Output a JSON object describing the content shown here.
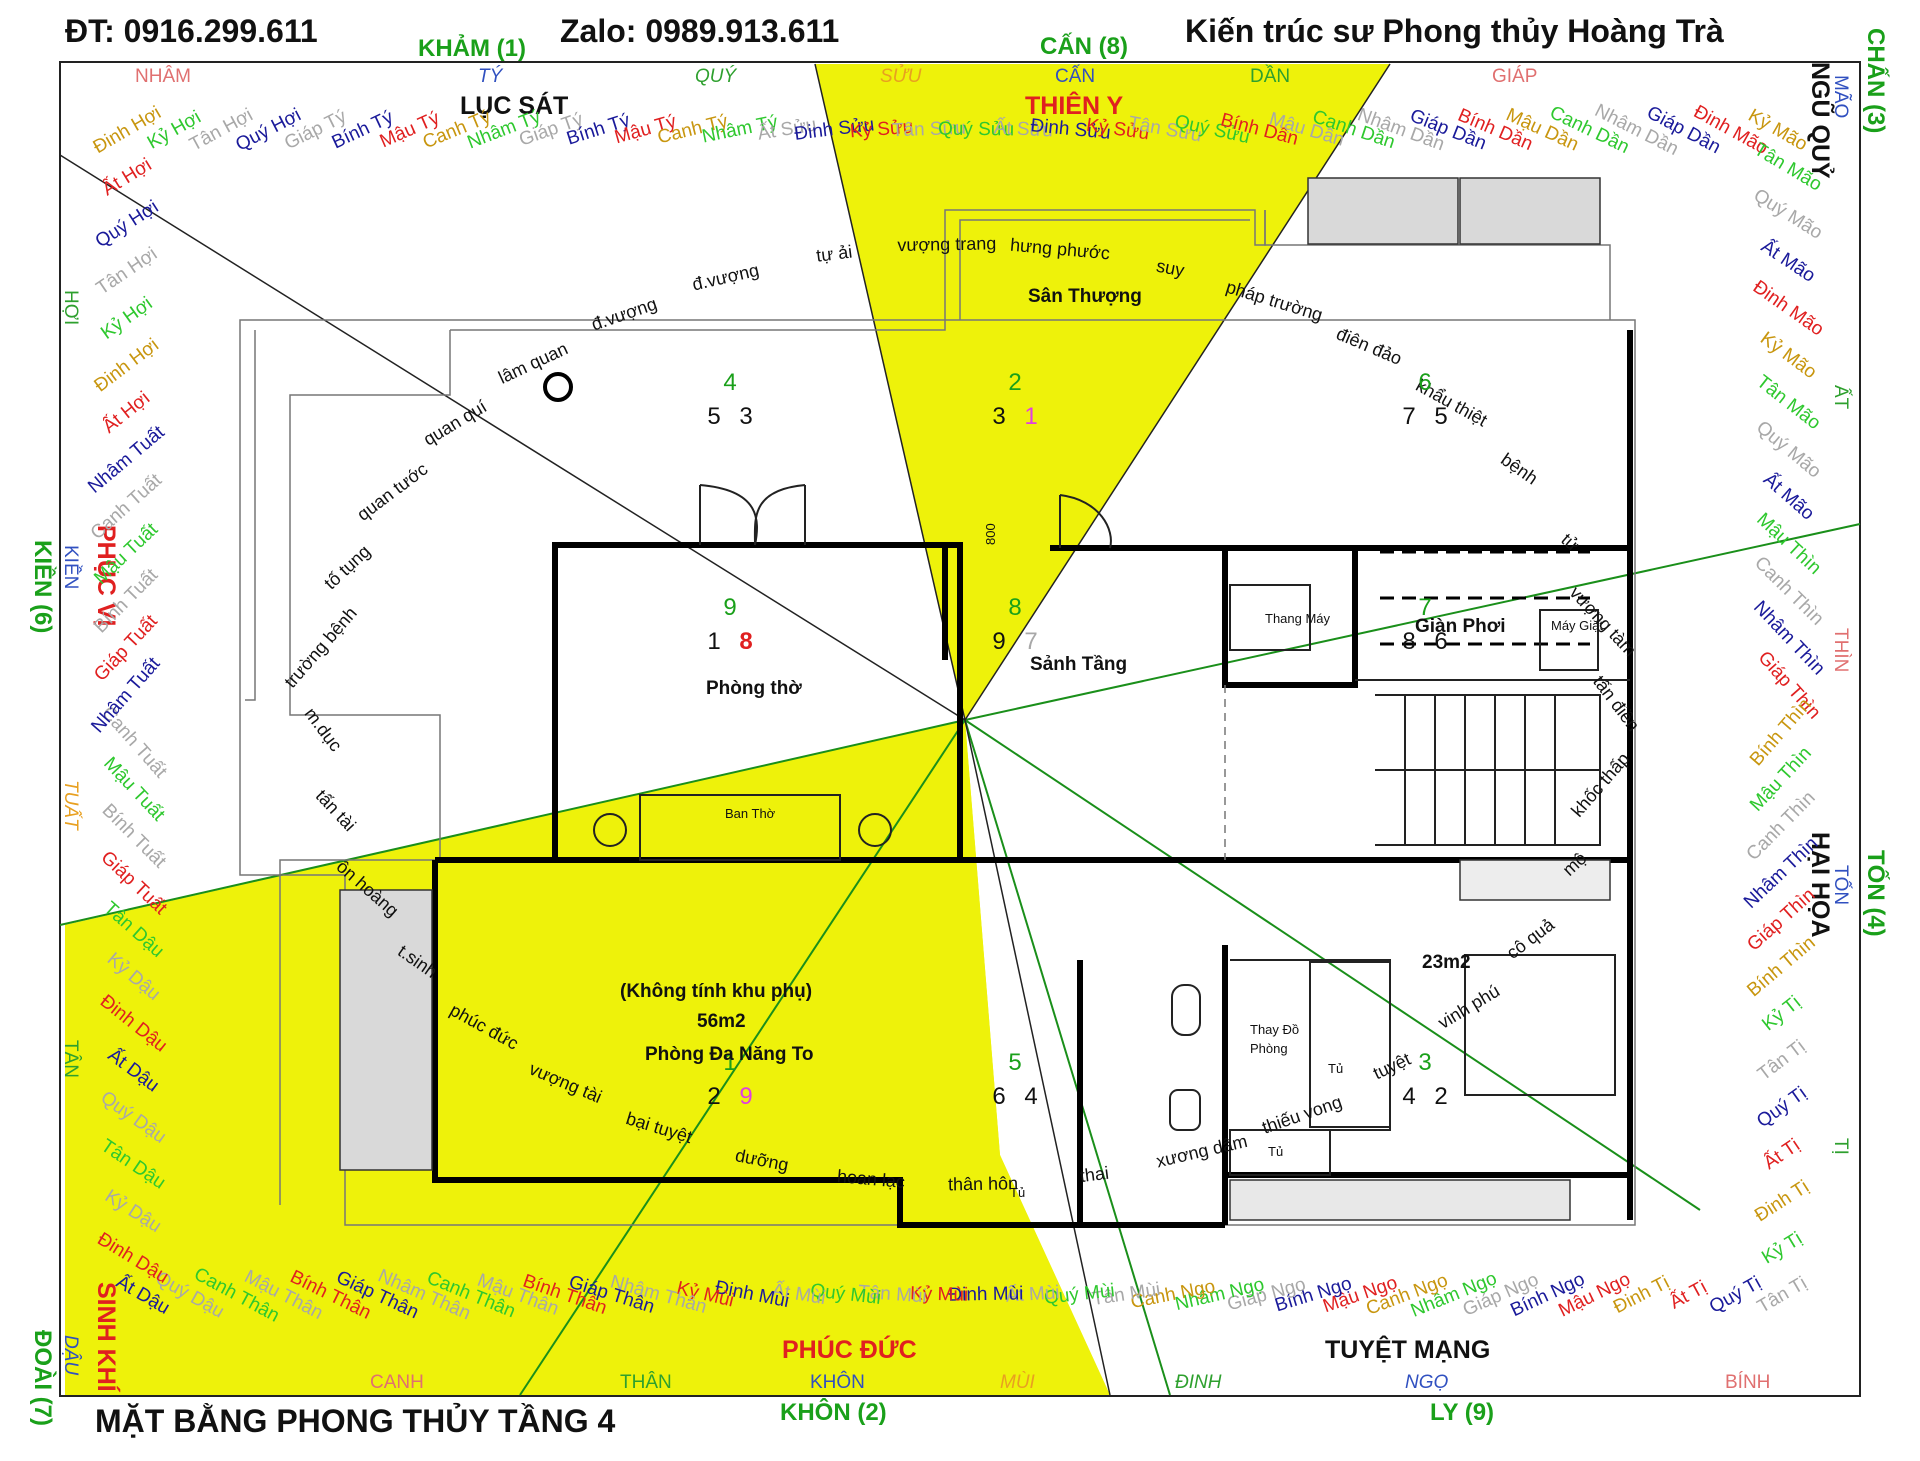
{
  "header": {
    "phone": "ĐT: 0916.299.611",
    "zalo": "Zalo: 0989.913.611",
    "author": "Kiến trúc sư Phong thủy Hoàng Trà",
    "footer_title": "MẶT BẰNG PHONG THỦY TẦNG 4"
  },
  "directions": {
    "kham": "KHẢM (1)",
    "can": "CẤN (8)",
    "chan": "CHẤN (3)",
    "ton": "TỐN (4)",
    "ly": "LY (9)",
    "khon": "KHÔN (2)",
    "doai": "ĐOÀI (7)",
    "kien": "KIỀN (6)"
  },
  "zones": {
    "luc_sat": "LỤC SÁT",
    "thien_y": "THIÊN Y",
    "ngu_quy": "NGŨ QUỶ",
    "hai_hoa": "HẠI HỌA",
    "tuyet_mang": "TUYỆT MẠNG",
    "phuc_duc": "PHÚC ĐỨC",
    "sinh_khi": "SINH KHÍ",
    "phuc_vi": "PHỤC VỊ"
  },
  "edge_labels": {
    "top": [
      "NHÂM",
      "TÝ",
      "QUÝ",
      "SỬU",
      "CẤN",
      "DẦN",
      "GIÁP"
    ],
    "bottom": [
      "CANH",
      "THÂN",
      "KHÔN",
      "MÙI",
      "ĐINH",
      "NGỌ",
      "BÍNH"
    ],
    "left": [
      "HỢI",
      "KIỀN",
      "TUẤT",
      "TÂN",
      "DẬU"
    ],
    "right": [
      "MÃO",
      "ẤT",
      "THÌN",
      "TỐN",
      "TỊ"
    ]
  },
  "colors": {
    "yellow": "#eef20a",
    "green": "#1aa01a",
    "red": "#e02020",
    "orange": "#c8960f",
    "blue": "#1a1a9a",
    "gray": "#a8a8a8",
    "lime": "#2ec82e"
  },
  "ring_names": [
    {
      "t": "Đinh Hợi",
      "c": "orange"
    },
    {
      "t": "Kỷ Hợi",
      "c": "lime"
    },
    {
      "t": "Tân Hợi",
      "c": "gray"
    },
    {
      "t": "Quý Hợi",
      "c": "blue"
    },
    {
      "t": "Giáp Tý",
      "c": "gray"
    },
    {
      "t": "Bính Tý",
      "c": "blue"
    },
    {
      "t": "Mậu Tý",
      "c": "red"
    },
    {
      "t": "Canh Tý",
      "c": "orange"
    },
    {
      "t": "Nhâm Tý",
      "c": "lime"
    },
    {
      "t": "Giáp Tý",
      "c": "gray"
    },
    {
      "t": "Bính Tý",
      "c": "blue"
    },
    {
      "t": "Mậu Tý",
      "c": "red"
    },
    {
      "t": "Canh Tý",
      "c": "orange"
    },
    {
      "t": "Nhâm Tý",
      "c": "lime"
    },
    {
      "t": "Ất Sửu",
      "c": "gray"
    },
    {
      "t": "Đinh Sửu",
      "c": "blue"
    },
    {
      "t": "Kỷ Sửu",
      "c": "red"
    },
    {
      "t": "Tân Sửu",
      "c": "gray"
    },
    {
      "t": "Quý Sửu",
      "c": "lime"
    },
    {
      "t": "Ất Sửu",
      "c": "gray"
    },
    {
      "t": "Đinh Sửu",
      "c": "blue"
    },
    {
      "t": "Kỷ Sửu",
      "c": "red"
    },
    {
      "t": "Tân Sửu",
      "c": "gray"
    },
    {
      "t": "Quý Sửu",
      "c": "lime"
    },
    {
      "t": "Bính Dần",
      "c": "red"
    },
    {
      "t": "Mậu Dần",
      "c": "gray"
    },
    {
      "t": "Canh Dần",
      "c": "lime"
    },
    {
      "t": "Nhâm Dần",
      "c": "gray"
    },
    {
      "t": "Giáp Dần",
      "c": "blue"
    },
    {
      "t": "Bính Dần",
      "c": "red"
    },
    {
      "t": "Mậu Dần",
      "c": "orange"
    },
    {
      "t": "Canh Dần",
      "c": "lime"
    },
    {
      "t": "Nhâm Dần",
      "c": "gray"
    },
    {
      "t": "Giáp Dần",
      "c": "blue"
    },
    {
      "t": "Đinh Mão",
      "c": "red"
    },
    {
      "t": "Kỷ Mão",
      "c": "orange"
    },
    {
      "t": "Tân Mão",
      "c": "lime"
    },
    {
      "t": "Quý Mão",
      "c": "gray"
    },
    {
      "t": "Ất Mão",
      "c": "blue"
    },
    {
      "t": "Đinh Mão",
      "c": "red"
    },
    {
      "t": "Kỷ Mão",
      "c": "orange"
    },
    {
      "t": "Tân Mão",
      "c": "lime"
    },
    {
      "t": "Quý Mão",
      "c": "gray"
    },
    {
      "t": "Ất Mão",
      "c": "blue"
    },
    {
      "t": "Mậu Thìn",
      "c": "lime"
    },
    {
      "t": "Canh Thìn",
      "c": "gray"
    },
    {
      "t": "Nhâm Thìn",
      "c": "blue"
    },
    {
      "t": "Giáp Thìn",
      "c": "red"
    },
    {
      "t": "Bính Thìn",
      "c": "orange"
    },
    {
      "t": "Mậu Thìn",
      "c": "lime"
    },
    {
      "t": "Canh Thìn",
      "c": "gray"
    },
    {
      "t": "Nhâm Thìn",
      "c": "blue"
    },
    {
      "t": "Giáp Thìn",
      "c": "red"
    },
    {
      "t": "Bính Thìn",
      "c": "orange"
    },
    {
      "t": "Kỷ Tị",
      "c": "lime"
    },
    {
      "t": "Tân Tị",
      "c": "gray"
    },
    {
      "t": "Quý Tị",
      "c": "blue"
    },
    {
      "t": "Ất Tị",
      "c": "red"
    },
    {
      "t": "Đinh Tị",
      "c": "orange"
    },
    {
      "t": "Kỷ Tị",
      "c": "lime"
    },
    {
      "t": "Tân Tị",
      "c": "gray"
    },
    {
      "t": "Quý Tị",
      "c": "blue"
    },
    {
      "t": "Ất Tị",
      "c": "red"
    },
    {
      "t": "Đinh Tị",
      "c": "orange"
    },
    {
      "t": "Mậu Ngọ",
      "c": "red"
    },
    {
      "t": "Bính Ngọ",
      "c": "blue"
    },
    {
      "t": "Giáp Ngọ",
      "c": "gray"
    },
    {
      "t": "Nhâm Ngọ",
      "c": "lime"
    },
    {
      "t": "Canh Ngọ",
      "c": "orange"
    },
    {
      "t": "Mậu Ngọ",
      "c": "red"
    },
    {
      "t": "Bính Ngọ",
      "c": "blue"
    },
    {
      "t": "Giáp Ngọ",
      "c": "gray"
    },
    {
      "t": "Nhâm Ngọ",
      "c": "lime"
    },
    {
      "t": "Canh Ngọ",
      "c": "orange"
    },
    {
      "t": "Tân Mùi",
      "c": "gray"
    },
    {
      "t": "Quý Mùi",
      "c": "lime"
    },
    {
      "t": "Ất Mùi",
      "c": "gray"
    },
    {
      "t": "Đinh Mùi",
      "c": "blue"
    },
    {
      "t": "Kỷ Mùi",
      "c": "red"
    },
    {
      "t": "Tân Mùi",
      "c": "gray"
    },
    {
      "t": "Quý Mùi",
      "c": "lime"
    },
    {
      "t": "Ất Mùi",
      "c": "gray"
    },
    {
      "t": "Đinh Mùi",
      "c": "blue"
    },
    {
      "t": "Kỷ Mùi",
      "c": "red"
    },
    {
      "t": "Nhâm Thân",
      "c": "gray"
    },
    {
      "t": "Giáp Thân",
      "c": "blue"
    },
    {
      "t": "Bính Thân",
      "c": "red"
    },
    {
      "t": "Mậu Thân",
      "c": "gray"
    },
    {
      "t": "Canh Thân",
      "c": "lime"
    },
    {
      "t": "Nhâm Thân",
      "c": "gray"
    },
    {
      "t": "Giáp Thân",
      "c": "blue"
    },
    {
      "t": "Bính Thân",
      "c": "red"
    },
    {
      "t": "Mậu Thân",
      "c": "gray"
    },
    {
      "t": "Canh Thân",
      "c": "lime"
    },
    {
      "t": "Quý Dậu",
      "c": "gray"
    },
    {
      "t": "Ất Dậu",
      "c": "blue"
    },
    {
      "t": "Đinh Dậu",
      "c": "red"
    },
    {
      "t": "Kỷ Dậu",
      "c": "gray"
    },
    {
      "t": "Tân Dậu",
      "c": "lime"
    },
    {
      "t": "Quý Dậu",
      "c": "gray"
    },
    {
      "t": "Ất Dậu",
      "c": "blue"
    },
    {
      "t": "Đinh Dậu",
      "c": "red"
    },
    {
      "t": "Kỷ Dậu",
      "c": "gray"
    },
    {
      "t": "Tân Dậu",
      "c": "lime"
    },
    {
      "t": "Giáp Tuất",
      "c": "red"
    },
    {
      "t": "Bính Tuất",
      "c": "gray"
    },
    {
      "t": "Mậu Tuất",
      "c": "lime"
    },
    {
      "t": "Canh Tuất",
      "c": "gray"
    },
    {
      "t": "Nhâm Tuất",
      "c": "blue"
    },
    {
      "t": "Giáp Tuất",
      "c": "red"
    },
    {
      "t": "Bính Tuất",
      "c": "gray"
    },
    {
      "t": "Mậu Tuất",
      "c": "lime"
    },
    {
      "t": "Canh Tuất",
      "c": "gray"
    },
    {
      "t": "Nhâm Tuất",
      "c": "blue"
    },
    {
      "t": "Ất Hợi",
      "c": "red"
    },
    {
      "t": "Đinh Hợi",
      "c": "orange"
    },
    {
      "t": "Kỷ Hợi",
      "c": "lime"
    },
    {
      "t": "Tân Hợi",
      "c": "gray"
    },
    {
      "t": "Quý Hợi",
      "c": "blue"
    },
    {
      "t": "Ất Hợi",
      "c": "red"
    }
  ],
  "keywords": [
    {
      "t": "đ.vượng",
      "c": "green"
    },
    {
      "t": "tự ải",
      "c": "black"
    },
    {
      "t": "vượng trang",
      "c": "red"
    },
    {
      "t": "hưng phước",
      "c": "red"
    },
    {
      "t": "suy",
      "c": "green"
    },
    {
      "t": "pháp trường",
      "c": "black"
    },
    {
      "t": "điên đảo",
      "c": "black"
    },
    {
      "t": "khẩu thiệt",
      "c": "black"
    },
    {
      "t": "bệnh",
      "c": "green"
    },
    {
      "t": "tử",
      "c": "green"
    },
    {
      "t": "vượng tàm",
      "c": "red"
    },
    {
      "t": "tấn điền",
      "c": "red"
    },
    {
      "t": "khốc thấp",
      "c": "black"
    },
    {
      "t": "mộ",
      "c": "green"
    },
    {
      "t": "cô quả",
      "c": "black"
    },
    {
      "t": "vinh phú",
      "c": "red"
    },
    {
      "t": "tuyệt",
      "c": "green"
    },
    {
      "t": "thiếu vong",
      "c": "black"
    },
    {
      "t": "xương dâm",
      "c": "black"
    },
    {
      "t": "thai",
      "c": "green"
    },
    {
      "t": "thân hôn",
      "c": "red"
    },
    {
      "t": "hoan lạc",
      "c": "red"
    },
    {
      "t": "dưỡng",
      "c": "green"
    },
    {
      "t": "bại tuyệt",
      "c": "black"
    },
    {
      "t": "vượng tài",
      "c": "red"
    },
    {
      "t": "phúc đức",
      "c": "red"
    },
    {
      "t": "t.sinh",
      "c": "green"
    },
    {
      "t": "ôn hoàng",
      "c": "black"
    },
    {
      "t": "tấn tài",
      "c": "red"
    },
    {
      "t": "m.dục",
      "c": "green"
    },
    {
      "t": "trường bệnh",
      "c": "black"
    },
    {
      "t": "tố tụng",
      "c": "black"
    },
    {
      "t": "quan tước",
      "c": "red"
    },
    {
      "t": "quan quí",
      "c": "red"
    },
    {
      "t": "lâm quan",
      "c": "green"
    },
    {
      "t": "đ.vượng",
      "c": "green"
    }
  ],
  "rooms": {
    "san_thuong": "Sân Thượng",
    "phong_tho": "Phòng thờ",
    "ban_tho": "Ban Thờ",
    "sanh_tang": "Sảnh Tầng",
    "thang_may": "Thang Máy",
    "gian_phoi": "Giàn Phơi",
    "may_giat": "Máy Giặt",
    "khong_tinh": "(Không tính khu phụ)",
    "area_56": "56m2",
    "phong_da_nang": "Phòng Đa Năng To",
    "area_23": "23m2",
    "thay_do": "Thay Đồ",
    "thay_do_2": "Phòng",
    "tu": "Tủ",
    "dim_800": "800"
  },
  "stars": [
    {
      "top": "4",
      "bl": "5",
      "br": "3",
      "bc": "black"
    },
    {
      "top": "2",
      "bl": "3",
      "br": "1",
      "bc": "magenta"
    },
    {
      "top": "6",
      "bl": "7",
      "br": "5",
      "bc": "black"
    },
    {
      "top": "9",
      "bl": "1",
      "br": "8",
      "bc": "red"
    },
    {
      "top": "8",
      "bl": "9",
      "br": "7",
      "bc": "gray"
    },
    {
      "top": "7",
      "bl": "8",
      "br": "6",
      "bc": "black"
    },
    {
      "top": "1",
      "bl": "2",
      "br": "9",
      "bc": "magenta"
    },
    {
      "top": "5",
      "bl": "6",
      "br": "4",
      "bc": "black"
    },
    {
      "top": "3",
      "bl": "4",
      "br": "2",
      "bc": "black"
    }
  ]
}
